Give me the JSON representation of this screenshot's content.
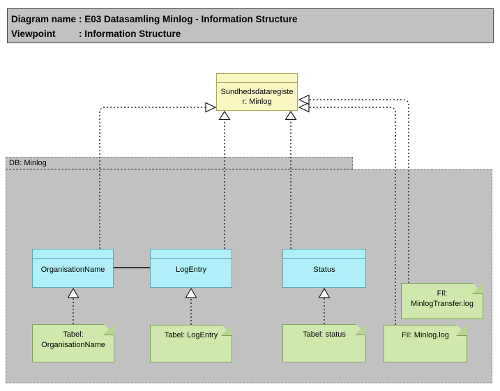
{
  "header": {
    "rows": [
      {
        "label": "Diagram name",
        "value": ": E03 Datasamling Minlog - Information Structure"
      },
      {
        "label": "Viewpoint",
        "value": ": Information Structure"
      }
    ]
  },
  "diagram": {
    "register": {
      "name": "Sundhedsdataregister: Minlog",
      "lines": [
        "Sundhedsdataregiste",
        "r: Minlog"
      ]
    },
    "container": {
      "label": "DB: Minlog"
    },
    "entities": [
      {
        "label": "OrganisationName"
      },
      {
        "label": "LogEntry"
      },
      {
        "label": "Status"
      }
    ],
    "notes": [
      {
        "lines": [
          "Tabel:",
          "OrganisationName"
        ]
      },
      {
        "lines": [
          "Tabel: LogEntry"
        ]
      },
      {
        "lines": [
          "Tabel: status"
        ]
      },
      {
        "lines": [
          "Fil: Minlog.log"
        ]
      },
      {
        "lines": [
          "Fil:",
          "MinlogTransfer.log"
        ]
      }
    ]
  },
  "colors": {
    "header_fill": "#c1c1c1",
    "container_fill": "#c1c1c1",
    "container_dash": "#7f7f7f",
    "register_fill": "#faf6c3",
    "register_border": "#a9a75b",
    "entity_fill": "#b0eff8",
    "entity_border": "#5ea7b4",
    "note_fill": "#cfe8ae",
    "note_border": "#7f9f58",
    "note_fold": "#b7d490",
    "connector": "#1a1a1a"
  }
}
